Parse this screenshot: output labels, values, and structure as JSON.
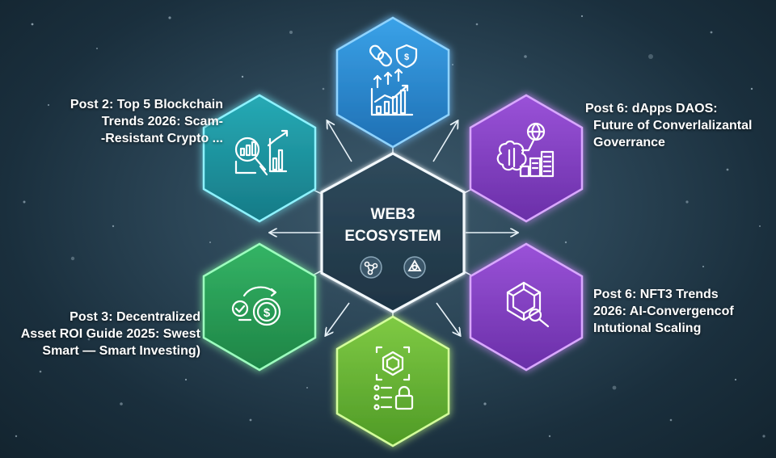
{
  "center": {
    "title_line1": "WEB3",
    "title_line2": "ECOSYSTEM"
  },
  "nodes": [
    {
      "position": "top",
      "color": "#2f8fd6",
      "icon": "chain-shield-growth-chart-icon"
    },
    {
      "position": "top-left",
      "color": "#1f9aa6",
      "icon": "analytics-magnifier-chart-icon"
    },
    {
      "position": "top-right",
      "color": "#8a44c8",
      "icon": "brain-network-buildings-icon"
    },
    {
      "position": "bottom-left",
      "color": "#2ea65a",
      "icon": "dollar-coin-exchange-icon"
    },
    {
      "position": "bottom-right",
      "color": "#8a44c8",
      "icon": "gem-magnifier-icon"
    },
    {
      "position": "bottom",
      "color": "#6db83a",
      "icon": "nft-lock-icon"
    }
  ],
  "captions": {
    "top_left": [
      "Post 2: Top 5 Blockchain",
      "Trends 2026: Scam-",
      "-Resistant Crypto ..."
    ],
    "top_right": [
      "Post 6: dApps DAOS:",
      "Future of Converlalizantal",
      "Goverrance"
    ],
    "bottom_left": [
      "Post 3: Decentralized",
      "Asset ROI Guide 2025: Swest",
      "Smart — Smart Investing)"
    ],
    "bottom_right": [
      "Post 6: NFT3 Trends",
      "2026: AI-Convergencof",
      "Intutional Scaling"
    ]
  }
}
